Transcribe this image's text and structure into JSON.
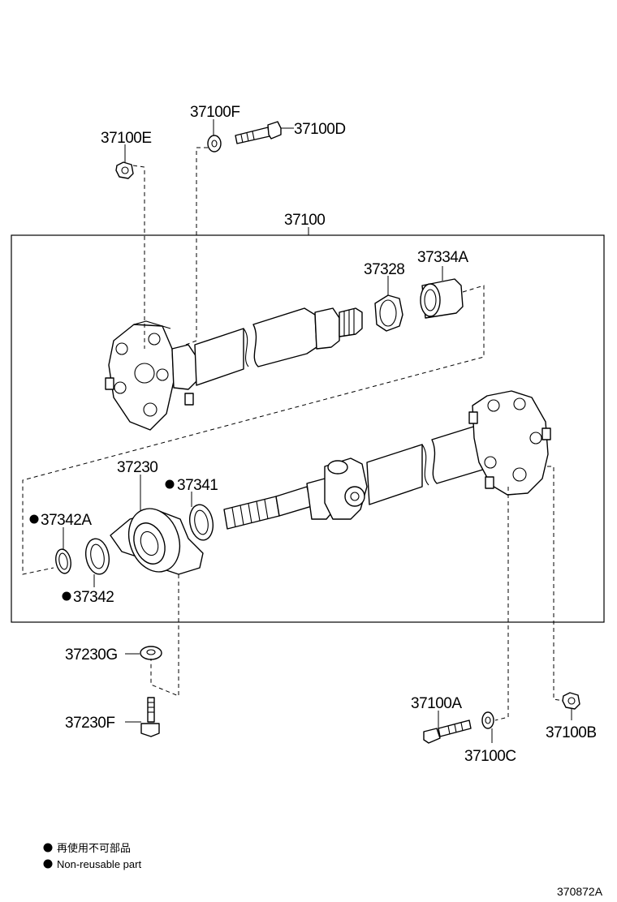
{
  "labels": {
    "p37100F": "37100F",
    "p37100D": "37100D",
    "p37100E": "37100E",
    "p37100": "37100",
    "p37328": "37328",
    "p37334A": "37334A",
    "p37230": "37230",
    "p37341": "37341",
    "p37342A": "37342A",
    "p37342": "37342",
    "p37230G": "37230G",
    "p37230F": "37230F",
    "p37100A": "37100A",
    "p37100C": "37100C",
    "p37100B": "37100B"
  },
  "legend": {
    "line1": "再使用不可部品",
    "line2": "Non-reusable part"
  },
  "figure_ref": "370872A"
}
